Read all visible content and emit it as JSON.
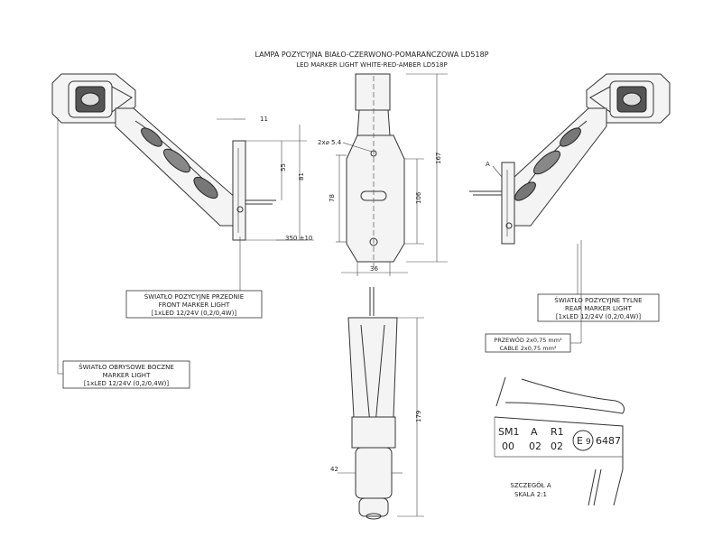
{
  "title": {
    "line1": "LAMPA POZYCYJNA BIAŁO-CZERWONO-POMARAŃCZOWA LD518P",
    "line2": "LED MARKER LIGHT WHITE-RED-AMBER LD518P"
  },
  "dimensions": {
    "d11": "11",
    "d55": "55",
    "d81": "81",
    "d167": "167",
    "d2x54": "2x⌀ 5.4",
    "d78": "78",
    "d106": "106",
    "d36": "36",
    "d350": "350 ±10",
    "d179": "179",
    "d42": "42"
  },
  "labels": {
    "front": [
      "ŚWIATŁO POZYCYJNE PRZEDNIE",
      "FRONT MARKER LIGHT",
      "[1xLED 12/24V (0,2/0,4W)]"
    ],
    "rear": [
      "ŚWIATŁO POZYCYJNE TYLNE",
      "REAR MARKER LIGHT",
      "[1xLED 12/24V (0,2/0,4W)]"
    ],
    "side": [
      "ŚWIATŁO OBRYSOWE BOCZNE",
      "MARKER LIGHT",
      "[1xLED 12/24V (0,2/0,4W)]"
    ],
    "cable": [
      "PRZEWÓD 2x0,75 mm²",
      "CABLE 2x0,75 mm²"
    ],
    "detail_mark": "A",
    "detail": [
      "SZCZEGÓŁ A",
      "SKALA 2:1"
    ]
  },
  "marking": {
    "top": [
      "SM1",
      "A",
      "R1"
    ],
    "bottom": [
      "00",
      "02",
      "02"
    ],
    "e_mark": "E",
    "e_number": "9",
    "approval": "6487"
  }
}
